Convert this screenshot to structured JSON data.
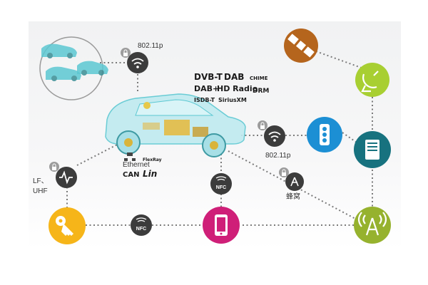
{
  "labels": {
    "wifi_top": "802.11p",
    "wifi_right": "802.11p",
    "lf_uhf_line1": "LF、",
    "lf_uhf_line2": "UHF",
    "cellular": "蜂窝"
  },
  "badges": {
    "nfc_phone": "NFC",
    "nfc_key": "NFC"
  },
  "logos": {
    "dvb_t": "DVB-T",
    "dab": "DAB",
    "chime": "CHIME",
    "dab_plus": "DAB+",
    "hd_radio": "HD Radio",
    "drm": "DRM",
    "isdb_t": "ISDB-T",
    "siriusxm": "SiriusXM",
    "ethernet": "Ethernet",
    "flexray": "FlexRay",
    "can": "CAN",
    "lin": "Lin"
  },
  "colors": {
    "satellite": "#b5651d",
    "dish": "#a8cf32",
    "traffic_light": "#1c8fd4",
    "server": "#17727f",
    "tower": "#96b22e",
    "phone": "#cf1f78",
    "key": "#f6b519",
    "connector": "#3c3c3c",
    "car": "#5cc8d2"
  }
}
